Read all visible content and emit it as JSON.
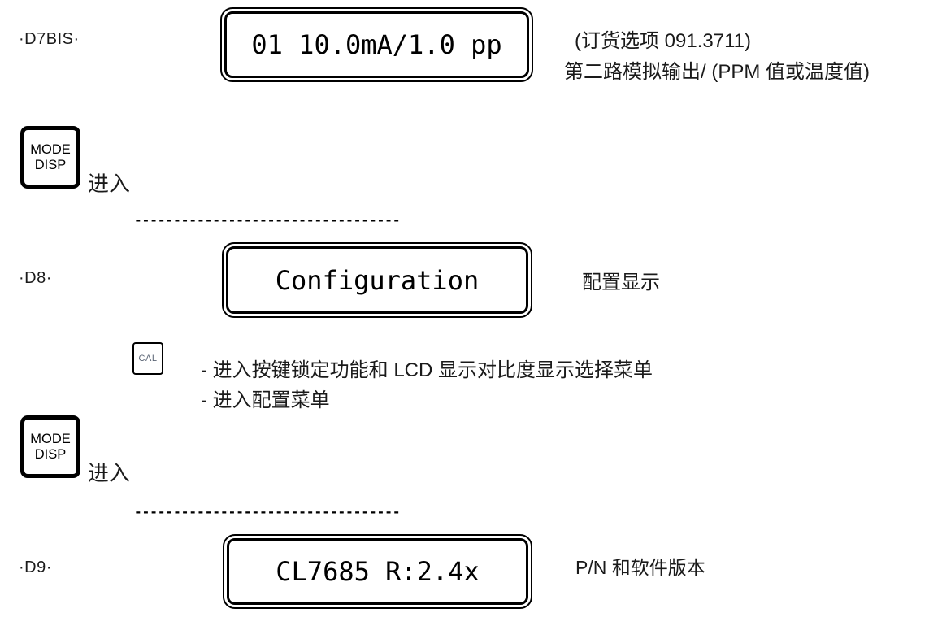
{
  "colors": {
    "text": "#000000",
    "border": "#000000",
    "cal_text": "#5a6474"
  },
  "steps": {
    "d7bis": {
      "label": "·D7BIS·",
      "display": "01 10.0mA/1.0 pp",
      "note_line1": "(订货选项 091.3711)",
      "note_line2": "第二路模拟输出/ (PPM 值或温度值)"
    },
    "d8": {
      "label": "·D8·",
      "display": "Configuration",
      "note": "配置显示"
    },
    "d9": {
      "label": "·D9·",
      "display": "CL7685 R:2.4x",
      "note": "P/N 和软件版本"
    }
  },
  "keys": {
    "mode_disp": {
      "line1": "MODE",
      "line2": "DISP"
    },
    "cal": {
      "label": "CAL"
    },
    "enter_action": "进入"
  },
  "cal_menu_notes": {
    "line1": "- 进入按键锁定功能和 LCD 显示对比度显示选择菜单",
    "line2": "- 进入配置菜单"
  },
  "dividers": {
    "line1": "----------------------------------",
    "line2": "----------------------------------"
  }
}
